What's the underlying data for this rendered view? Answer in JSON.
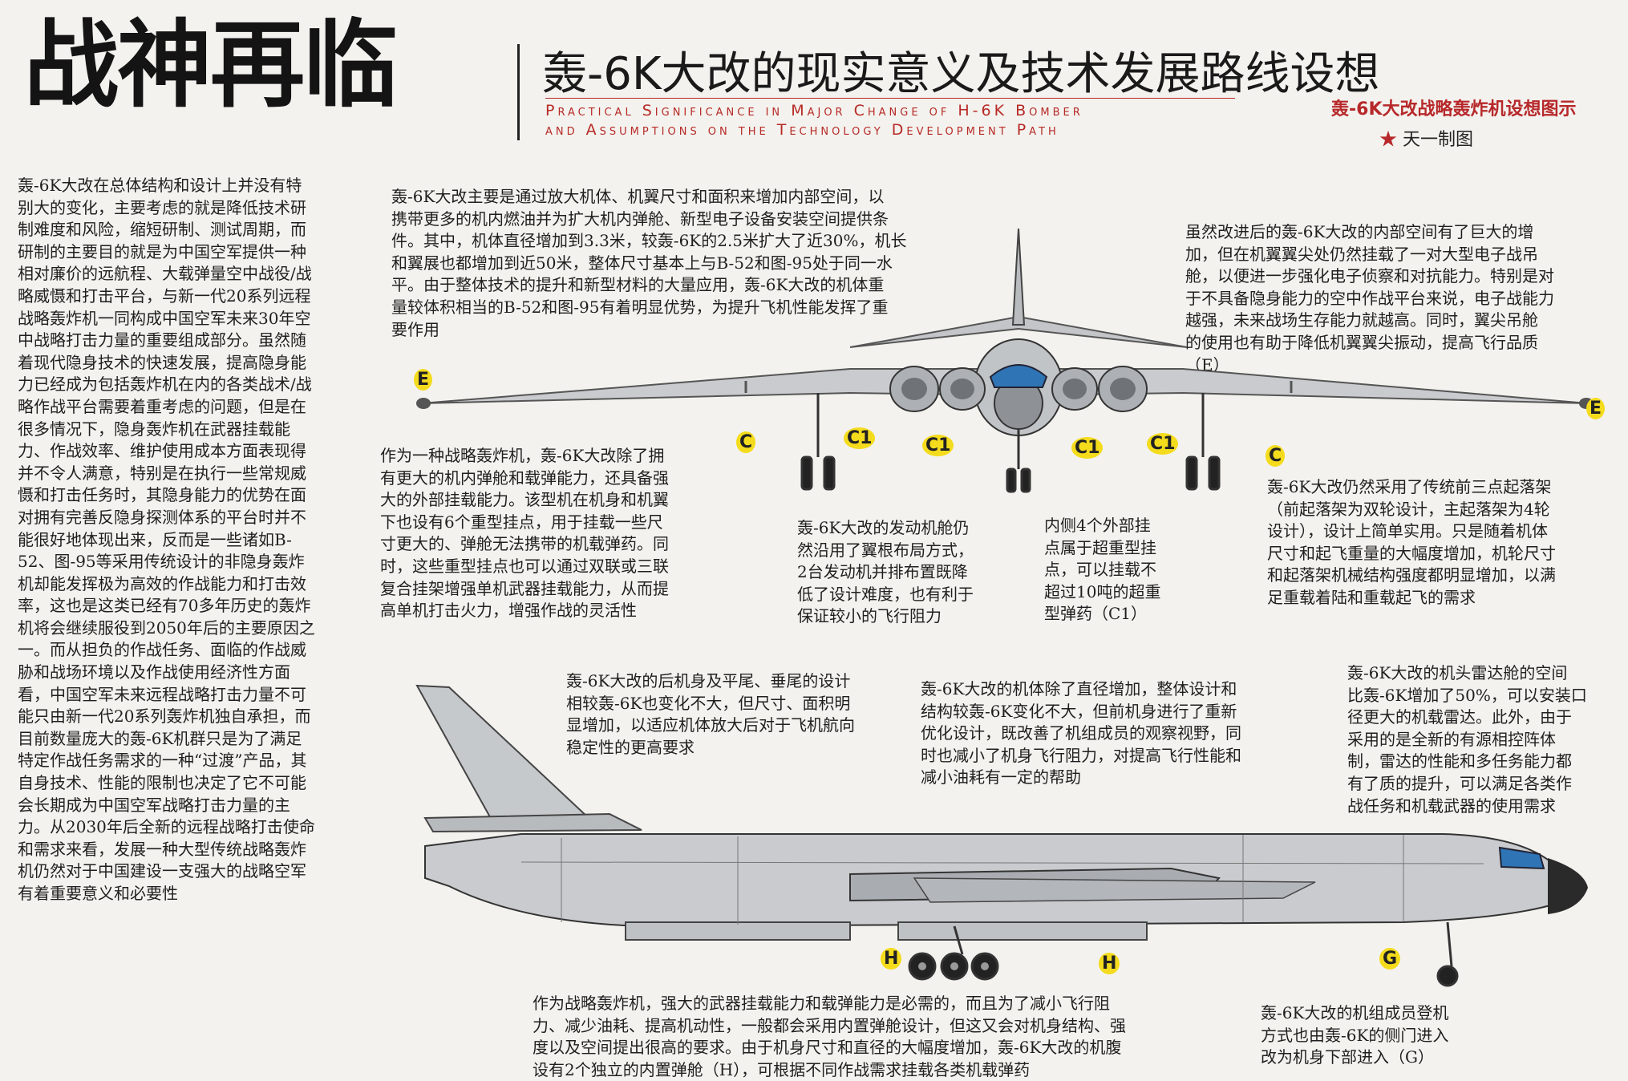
{
  "header": {
    "title": "战神再临",
    "subtitle": "轰-6K大改的现实意义及技术发展路线设想",
    "english_line1": "Practical Significance in Major Change of H-6K Bomber",
    "english_line2": "and Assumptions on the Technology Development Path",
    "figure_caption": "轰-6K大改战略轰炸机设想图示",
    "credit_star": "★",
    "credit": "天一制图"
  },
  "paragraphs": {
    "left_column": "轰-6K大改在总体结构和设计上并没有特别大的变化，主要考虑的就是降低技术研制难度和风险，缩短研制、测试周期，而研制的主要目的就是为中国空军提供一种相对廉价的远航程、大载弹量空中战役/战略威慑和打击平台，与新一代20系列远程战略轰炸机一同构成中国空军未来30年空中战略打击力量的重要组成部分。虽然随着现代隐身技术的快速发展，提高隐身能力已经成为包括轰炸机在内的各类战术/战略作战平台需要着重考虑的问题，但是在很多情况下，隐身轰炸机在武器挂载能力、作战效率、维护使用成本方面表现得并不令人满意，特别是在执行一些常规威慑和打击任务时，其隐身能力的优势在面对拥有完善反隐身探测体系的平台时并不能很好地体现出来，反而是一些诸如B-52、图-95等采用传统设计的非隐身轰炸机却能发挥极为高效的作战能力和打击效率，这也是这类已经有70多年历史的轰炸机将会继续服役到2050年后的主要原因之一。而从担负的作战任务、面临的作战威胁和战场环境以及作战使用经济性方面看，中国空军未来远程战略打击力量不可能只由新一代20系列轰炸机独自承担，而目前数量庞大的轰-6K机群只是为了满足特定作战任务需求的一种“过渡”产品，其自身技术、性能的限制也决定了它不可能会长期成为中国空军战略打击力量的主力。从2030年后全新的远程战略打击使命和需求来看，发展一种大型传统战略轰炸机仍然对于中国建设一支强大的战略空军有着重要意义和必要性",
    "fuselage_size": "轰-6K大改主要是通过放大机体、机翼尺寸和面积来增加内部空间，以\n携带更多的机内燃油并为扩大机内弹舱、新型电子设备安装空间提供条\n件。其中，机体直径增加到3.3米，较轰-6K的2.5米扩大了近30%，机长\n和翼展也都增加到近50米，整体尺寸基本上与B-52和图-95处于同一水\n平。由于整体技术的提升和新型材料的大量应用，轰-6K大改的机体重\n量较体积相当的B-52和图-95有着明显优势，为提升飞机性能发挥了重\n要作用",
    "wingtip_pods": "虽然改进后的轰-6K大改的内部空间有了巨大的增\n加，但在机翼翼尖处仍然挂载了一对大型电子战吊\n舱，以便进一步强化电子侦察和对抗能力。特别是对\n于不具备隐身能力的空中作战平台来说，电子战能力\n越强，未来战场生存能力就越高。同时，翼尖吊舱\n的使用也有助于降低机翼翼尖振动，提高飞行品质\n（E）",
    "hardpoints": "作为一种战略轰炸机，轰-6K大改除了拥\n有更大的机内弹舱和载弹能力，还具备强\n大的外部挂载能力。该型机在机身和机翼\n下也设有6个重型挂点，用于挂载一些尺\n寸更大的、弹舱无法携带的机载弹药。同\n时，这些重型挂点也可以通过双联或三联\n复合挂架增强单机武器挂载能力，从而提\n高单机打击火力，增强作战的灵活性",
    "engines": "轰-6K大改的发动机舱仍\n然沿用了翼根布局方式，\n2台发动机并排布置既降\n低了设计难度，也有利于\n保证较小的飞行阻力",
    "inner_pylons": "内侧4个外部挂\n点属于超重型挂\n点，可以挂载不\n超过10吨的超重\n型弹药（C1）",
    "landing_gear": "轰-6K大改仍然采用了传统前三点起落架\n（前起落架为双轮设计，主起落架为4轮\n设计），设计上简单实用。只是随着机体\n尺寸和起飞重量的大幅度增加，机轮尺寸\n和起落架机械结构强度都明显增加，以满\n足重载着陆和重载起飞的需求",
    "tail": "轰-6K大改的后机身及平尾、垂尾的设计\n相较轰-6K也变化不大，但尺寸、面积明\n显增加，以适应机体放大后对于飞机航向\n稳定性的更高要求",
    "body_design": "轰-6K大改的机体除了直径增加，整体设计和\n结构较轰-6K变化不大，但前机身进行了重新\n优化设计，既改善了机组成员的观察视野，同\n时也减小了机身飞行阻力，对提高飞行性能和\n减小油耗有一定的帮助",
    "radar": "轰-6K大改的机头雷达舱的空间\n比轰-6K增加了50%，可以安装口\n径更大的机载雷达。此外，由于\n采用的是全新的有源相控阵体\n制，雷达的性能和多任务能力都\n有了质的提升，可以满足各类作\n战任务和机载武器的使用需求",
    "bomb_bay": "作为战略轰炸机，强大的武器挂载能力和载弹能力是必需的，而且为了减小飞行阻\n力、减少油耗、提高机动性，一般都会采用内置弹舱设计，但这又会对机身结构、强\n度以及空间提出很高的要求。由于机身尺寸和直径的大幅度增加，轰-6K大改的机腹\n设有2个独立的内置弹舱（H），可根据不同作战需求挂载各类机载弹药",
    "crew_door": "轰-6K大改的机组成员登机\n方式也由轰-6K的侧门进入\n改为机身下部进入（G）"
  },
  "labels": {
    "e": "E",
    "c": "C",
    "c1": "C1",
    "h": "H",
    "g": "G"
  },
  "colors": {
    "accent_red": "#b72a26",
    "label_yellow": "#f4dc1d",
    "aircraft_gray": "#c6c9cc",
    "canopy_blue": "#2f74b5"
  }
}
